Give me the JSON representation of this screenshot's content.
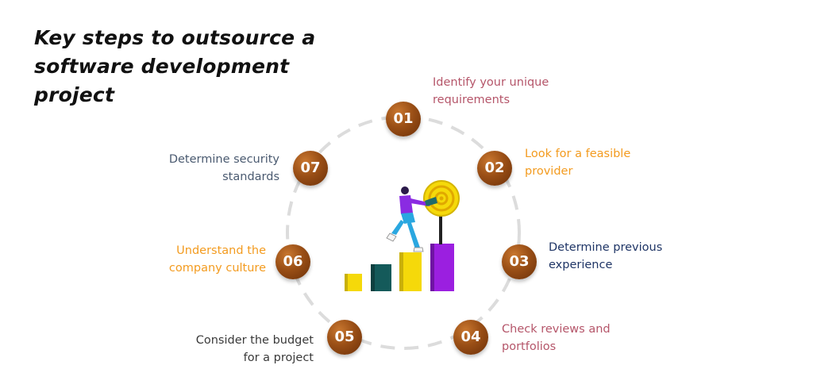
{
  "title_lines": [
    "Key steps to outsource a",
    "software development",
    "project"
  ],
  "steps": [
    {
      "number": "01",
      "lines": [
        "Identify your unique",
        "requirements"
      ],
      "color": "#b5566a"
    },
    {
      "number": "02",
      "lines": [
        "Look for a feasible",
        "provider"
      ],
      "color": "#f39b1f"
    },
    {
      "number": "03",
      "lines": [
        "Determine previous",
        "experience"
      ],
      "color": "#1f3566"
    },
    {
      "number": "04",
      "lines": [
        "Check reviews and",
        "portfolios"
      ],
      "color": "#b5566a"
    },
    {
      "number": "05",
      "lines": [
        "Consider the budget",
        "for a project"
      ],
      "color": "#3a3a3a"
    },
    {
      "number": "06",
      "lines": [
        "Understand the",
        "company culture"
      ],
      "color": "#f39b1f"
    },
    {
      "number": "07",
      "lines": [
        "Determine security",
        "standards"
      ],
      "color": "#4a5a70"
    }
  ],
  "colors": {
    "badge": "#8b4513",
    "ring": "#dcdcdc",
    "bar_yellow": "#f5d90a",
    "bar_teal": "#145a5a",
    "bar_purple": "#9b1fe0",
    "person_shirt": "#8a2be2",
    "person_pants": "#2aa7e0"
  }
}
